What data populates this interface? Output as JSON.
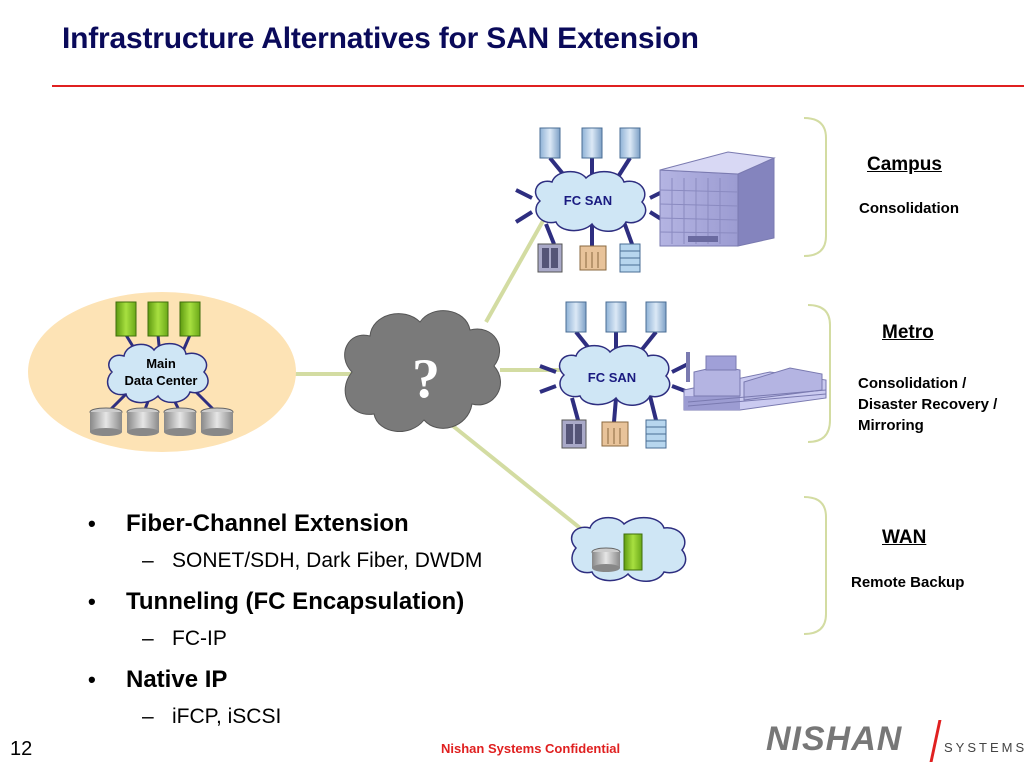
{
  "slide": {
    "title": "Infrastructure Alternatives for SAN Extension",
    "number": "12",
    "footer": "Nishan Systems Confidential"
  },
  "logo": {
    "word": "NISHAN",
    "sub": "SYSTEMS"
  },
  "diagram": {
    "main_dc_line1": "Main",
    "main_dc_line2": "Data Center",
    "network_symbol": "?",
    "fc_san_top": "FC SAN",
    "fc_san_mid": "FC SAN"
  },
  "labels": {
    "campus": {
      "heading": "Campus",
      "sub": "Consolidation"
    },
    "metro": {
      "heading": "Metro",
      "sub_lines": [
        "Consolidation /",
        "Disaster Recovery /",
        "Mirroring"
      ]
    },
    "wan": {
      "heading": "WAN",
      "sub": "Remote Backup"
    }
  },
  "bullets": [
    {
      "text": "Fiber-Channel Extension",
      "sub": "SONET/SDH, Dark Fiber, DWDM"
    },
    {
      "text": "Tunneling (FC Encapsulation)",
      "sub": "FC-IP"
    },
    {
      "text": "Native IP",
      "sub": "iFCP, iSCSI"
    }
  ],
  "colors": {
    "accent_red": "#e02020",
    "title_navy": "#0a0a5a",
    "cloud_blue": "#cfe6f5",
    "dc_ellipse": "#fde3b5",
    "network_cloud": "#7a7a7a",
    "link_line": "#d3dca2",
    "server_green": "#8cc820"
  }
}
